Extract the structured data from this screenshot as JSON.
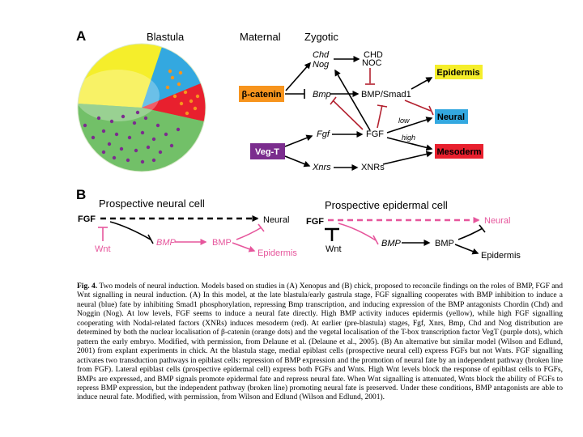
{
  "panel_a": {
    "letter": "A",
    "headings": {
      "blastula": "Blastula",
      "maternal": "Maternal",
      "zygotic": "Zygotic"
    },
    "boxes": {
      "beta_catenin": "β-catenin",
      "veg_t": "Veg-T",
      "epidermis": "Epidermis",
      "neural": "Neural",
      "mesoderm": "Mesoderm"
    },
    "genes": {
      "chd": "Chd",
      "nog": "Nog",
      "bmp": "Bmp",
      "fgf": "Fgf",
      "xnrs": "Xnrs"
    },
    "proteins": {
      "chd": "CHD",
      "noc": "NOC",
      "bmp_smad": "BMP/Smad1",
      "fgf": "FGF",
      "xnrs": "XNRs"
    },
    "edge_labels": {
      "low": "low",
      "high": "high"
    },
    "colors": {
      "yellow": "#f5ee2b",
      "blue": "#33a8e0",
      "red": "#e8202e",
      "green": "#72c068",
      "orange": "#f7941d",
      "purple": "#7b2d8e",
      "pink": "#e6569c",
      "dark_red": "#b3212f"
    }
  },
  "panel_b": {
    "letter": "B",
    "left": {
      "title": "Prospective neural cell",
      "fgf": "FGF",
      "wnt": "Wnt",
      "bmp_gene": "BMP",
      "bmp_protein": "BMP",
      "neural": "Neural",
      "epidermis": "Epidermis"
    },
    "right": {
      "title": "Prospective epidermal cell",
      "fgf": "FGF",
      "wnt": "Wnt",
      "bmp_gene": "BMP",
      "bmp_protein": "BMP",
      "neural": "Neural",
      "epidermis": "Epidermis"
    }
  },
  "caption": {
    "lead": "Fig. 4.",
    "text": " Two models of neural induction. Models based on studies in (A) Xenopus and (B) chick, proposed to reconcile findings on the roles of BMP, FGF and Wnt signalling in neural induction. (A) In this model, at the late blastula/early gastrula stage, FGF signalling cooperates with BMP inhibition to induce a neural (blue) fate by inhibiting Smad1 phosphorylation, repressing Bmp transcription, and inducing expression of the BMP antagonists Chordin (Chd) and Noggin (Nog). At low levels, FGF seems to induce a neural fate directly. High BMP activity induces epidermis (yellow), while high FGF signalling cooperating with Nodal-related factors (XNRs) induces mesoderm (red). At earlier (pre-blastula) stages, Fgf, Xnrs, Bmp, Chd and Nog distribution are determined by both the nuclear localisation of β-catenin (orange dots) and the vegetal localisation of the T-box transcription factor VegT (purple dots), which pattern the early embryo. Modified, with permission, from Delaune et al. (Delaune et al., 2005). (B) An alternative but similar model (Wilson and Edlund, 2001) from explant experiments in chick. At the blastula stage, medial epiblast cells (prospective neural cell) express FGFs but not Wnts. FGF signalling activates two transduction pathways in epiblast cells: repression of BMP expression and the promotion of neural fate by an independent pathway (broken line from FGF). Lateral epiblast cells (prospective epidermal cell) express both FGFs and Wnts. High Wnt levels block the response of epiblast cells to FGFs, BMPs are expressed, and BMP signals promote epidermal fate and repress neural fate. When Wnt signalling is attenuated, Wnts block the ability of FGFs to repress BMP expression, but the independent pathway (broken line) promoting neural fate is preserved. Under these conditions, BMP antagonists are able to induce neural fate. Modified, with permission, from Wilson and Edlund (Wilson and Edlund, 2001)."
  }
}
